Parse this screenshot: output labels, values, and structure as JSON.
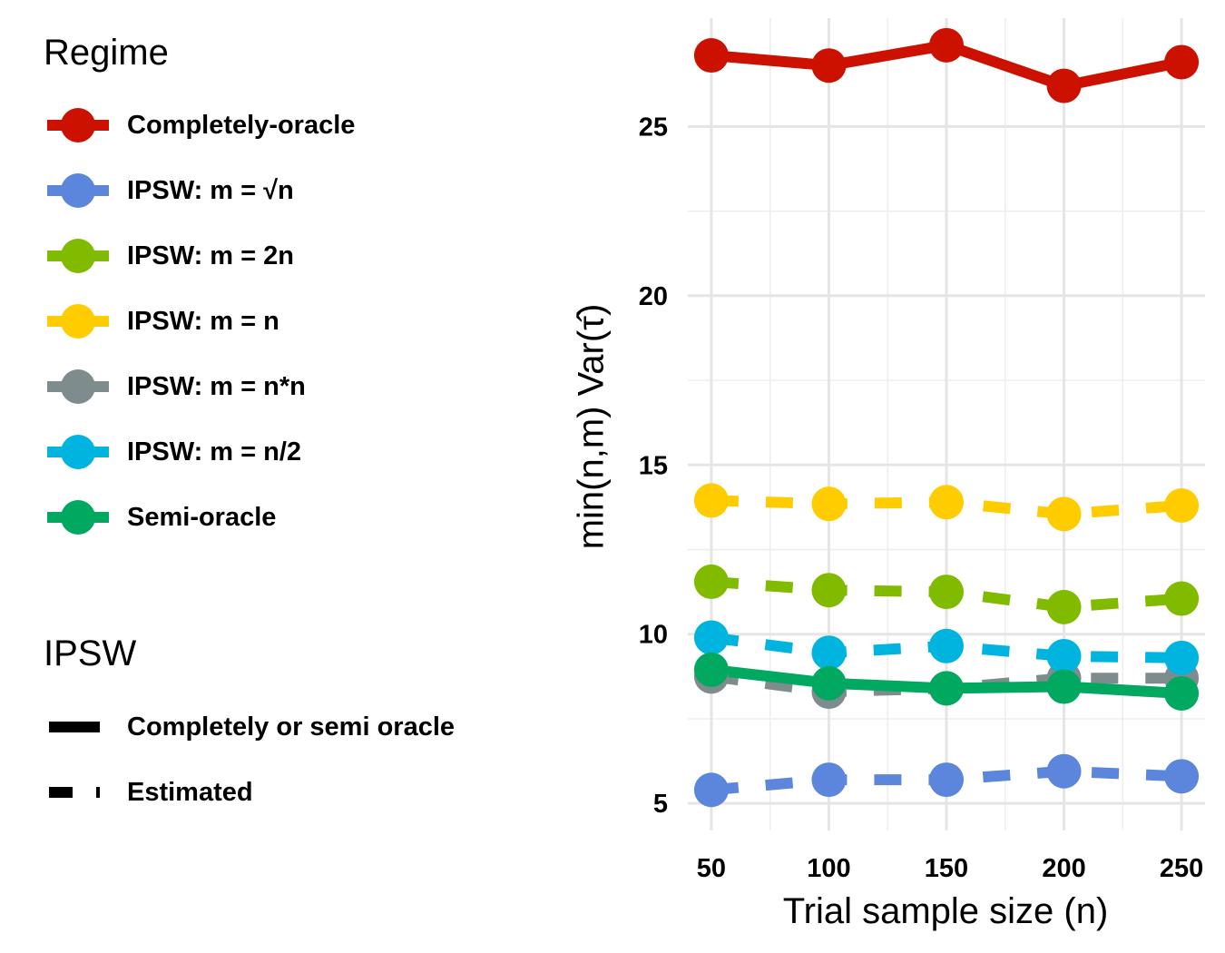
{
  "legend_regime": {
    "title": "Regime",
    "items": [
      {
        "label": "Completely-oracle",
        "color": "#CC1100"
      },
      {
        "label": "IPSW: m = √n",
        "color": "#5B86DB"
      },
      {
        "label": "IPSW: m = 2n",
        "color": "#80BB00"
      },
      {
        "label": "IPSW: m = n",
        "color": "#FFCC00"
      },
      {
        "label": "IPSW: m = n*n",
        "color": "#7F8C8D"
      },
      {
        "label": "IPSW: m = n/2",
        "color": "#00B4E0"
      },
      {
        "label": "Semi-oracle",
        "color": "#00A860"
      }
    ]
  },
  "legend_ipsw": {
    "title": "IPSW",
    "items": [
      {
        "label": "Completely or semi oracle",
        "linetype": "solid"
      },
      {
        "label": "Estimated",
        "linetype": "dashed"
      }
    ]
  },
  "chart_data": {
    "type": "line",
    "xlabel": "Trial sample size (n)",
    "ylabel": "min(n,m) Var(τ̂)",
    "x": [
      50,
      100,
      150,
      200,
      250
    ],
    "xlim": [
      40,
      260
    ],
    "ylim": [
      4.2,
      28.2
    ],
    "yticks": [
      5,
      10,
      15,
      20,
      25
    ],
    "xticks": [
      50,
      100,
      150,
      200,
      250
    ],
    "grid": true,
    "legend_position": "left",
    "series": [
      {
        "name": "Completely-oracle",
        "color": "#CC1100",
        "linetype": "solid",
        "values": [
          27.1,
          26.8,
          27.4,
          26.2,
          26.9
        ]
      },
      {
        "name": "IPSW: m = √n",
        "color": "#5B86DB",
        "linetype": "dashed",
        "values": [
          5.4,
          5.7,
          5.7,
          5.95,
          5.8
        ]
      },
      {
        "name": "IPSW: m = 2n",
        "color": "#80BB00",
        "linetype": "dashed",
        "values": [
          11.55,
          11.3,
          11.25,
          10.8,
          11.05
        ]
      },
      {
        "name": "IPSW: m = n",
        "color": "#FFCC00",
        "linetype": "dashed",
        "values": [
          13.95,
          13.85,
          13.9,
          13.55,
          13.8
        ]
      },
      {
        "name": "IPSW: m = n*n",
        "color": "#7F8C8D",
        "linetype": "dashed",
        "values": [
          8.75,
          8.3,
          8.4,
          8.7,
          8.7
        ]
      },
      {
        "name": "IPSW: m = n/2",
        "color": "#00B4E0",
        "linetype": "dashed",
        "values": [
          9.9,
          9.45,
          9.65,
          9.35,
          9.3
        ]
      },
      {
        "name": "Semi-oracle",
        "color": "#00A860",
        "linetype": "solid",
        "values": [
          8.95,
          8.55,
          8.4,
          8.45,
          8.25
        ]
      }
    ]
  }
}
